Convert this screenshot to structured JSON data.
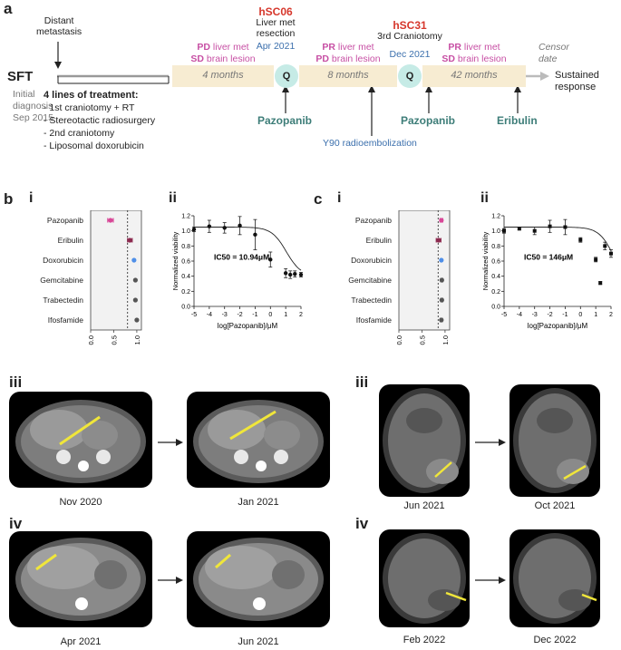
{
  "panel_a": {
    "letter": "a",
    "sft": "SFT",
    "initial_diagnosis": [
      "Initial",
      "diagnosis",
      "Sep 2015"
    ],
    "distant_metastasis": [
      "Distant",
      "metastasis"
    ],
    "treatment_header": "4 lines of treatment:",
    "treatments": [
      "- 1st craniotomy + RT",
      "- Stereotactic radiosurgery",
      "- 2nd craniotomy",
      "- Liposomal doxorubicin"
    ],
    "sample1": {
      "name": "hSC06",
      "desc": [
        "Liver met",
        "resection"
      ],
      "date": "Apr 2021"
    },
    "sample2": {
      "name": "hSC31",
      "desc": "3rd Craniotomy",
      "date": "Dec 2021"
    },
    "q_label": "Q",
    "phase1": {
      "line1_strong": "PD",
      "line1": " liver met",
      "line2_strong": "SD",
      "line2": " brain lesion",
      "duration": "4 months"
    },
    "phase2": {
      "line1_strong": "PR",
      "line1": " liver met",
      "line2_strong": "PD",
      "line2": " brain lesion",
      "duration": "8 months"
    },
    "phase3": {
      "line1_strong": "PR",
      "line1": " liver met",
      "line2_strong": "SD",
      "line2": " brain lesion",
      "duration": "42 months"
    },
    "censor_date": [
      "Censor",
      "date"
    ],
    "sustained_response": [
      "Sustained",
      "response"
    ],
    "drugs": [
      "Pazopanib",
      "Pazopanib",
      "Eribulin"
    ],
    "y90": "Y90 radioembolization"
  },
  "panel_b": {
    "letter": "b",
    "sub_i": "i",
    "sub_ii": "ii",
    "drugs": [
      "Pazopanib",
      "Eribulin",
      "Doxorubicin",
      "Gemcitabine",
      "Trabectedin",
      "Ifosfamide"
    ],
    "x_ticks": [
      "0.0",
      "0.5",
      "1.0"
    ],
    "ic50": "IC50 = 10.94μM",
    "ylabel": "Normalized viability",
    "xlabel": "log[Pazopanib]/μM",
    "y_ticks": [
      "1.2",
      "1.0",
      "0.8",
      "0.6",
      "0.4",
      "0.2",
      "0.0"
    ],
    "x_ticks_curve": [
      "-5",
      "-4",
      "-3",
      "-2",
      "-1",
      "0",
      "1",
      "2"
    ]
  },
  "panel_c": {
    "letter": "c",
    "sub_i": "i",
    "sub_ii": "ii",
    "drugs": [
      "Pazopanib",
      "Eribulin",
      "Doxorubicin",
      "Gemcitabine",
      "Trabectedin",
      "Ifosfamide"
    ],
    "x_ticks": [
      "0.0",
      "0.5",
      "1.0"
    ],
    "ic50": "IC50 = 146μM",
    "ylabel": "Normalized viability",
    "xlabel": "log[Pazopanib]/μM",
    "y_ticks": [
      "1.2",
      "1.0",
      "0.8",
      "0.6",
      "0.4",
      "0.2",
      "0.0"
    ],
    "x_ticks_curve": [
      "-5",
      "-4",
      "-3",
      "-2",
      "-1",
      "0",
      "1",
      "2"
    ]
  },
  "scans": {
    "b_iii": {
      "label": "iii",
      "before": "Nov 2020",
      "after": "Jan 2021"
    },
    "b_iv": {
      "label": "iv",
      "before": "Apr 2021",
      "after": "Jun 2021"
    },
    "c_iii": {
      "label": "iii",
      "before": "Jun 2021",
      "after": "Oct 2021"
    },
    "c_iv": {
      "label": "iv",
      "before": "Feb 2022",
      "after": "Dec 2022"
    }
  },
  "colors": {
    "pink": "#d84797",
    "maroon": "#8c2a4f",
    "blue": "#4f8fe8",
    "gray": "#555555",
    "band": "#f7ecd2",
    "q": "#c6ebe6",
    "drug": "#3d7d78",
    "sample": "#d6372c"
  },
  "chart_data": [
    {
      "type": "scatter",
      "panel": "b-i",
      "categories": [
        "Pazopanib",
        "Eribulin",
        "Doxorubicin",
        "Gemcitabine",
        "Trabectedin",
        "Ifosfamide"
      ],
      "values": [
        0.43,
        0.85,
        0.94,
        0.97,
        0.97,
        1.0
      ],
      "errors": [
        0.06,
        0.05,
        0,
        0,
        0,
        0
      ],
      "point_colors": [
        "#d84797",
        "#8c2a4f",
        "#4f8fe8",
        "#555555",
        "#555555",
        "#555555"
      ],
      "reference_line": 0.8,
      "xlim": [
        0,
        1.1
      ]
    },
    {
      "type": "line",
      "panel": "b-ii",
      "x": [
        -5,
        -4,
        -3,
        -2,
        -1,
        0,
        1,
        1.3,
        1.6,
        2
      ],
      "y": [
        1.02,
        1.06,
        1.04,
        1.07,
        0.95,
        0.62,
        0.44,
        0.42,
        0.43,
        0.42
      ],
      "errors": [
        0.03,
        0.08,
        0.07,
        0.12,
        0.2,
        0.1,
        0.06,
        0.05,
        0.04,
        0.03
      ],
      "ic50_log": 1.04,
      "xlim": [
        -5,
        2
      ],
      "ylim": [
        0,
        1.2
      ]
    },
    {
      "type": "scatter",
      "panel": "c-i",
      "categories": [
        "Pazopanib",
        "Eribulin",
        "Doxorubicin",
        "Gemcitabine",
        "Trabectedin",
        "Ifosfamide"
      ],
      "values": [
        0.92,
        0.86,
        0.92,
        0.93,
        0.93,
        0.92
      ],
      "errors": [
        0.03,
        0.05,
        0,
        0.02,
        0.02,
        0.02
      ],
      "point_colors": [
        "#d84797",
        "#8c2a4f",
        "#4f8fe8",
        "#555555",
        "#555555",
        "#555555"
      ],
      "reference_line": 0.85,
      "xlim": [
        0,
        1.1
      ]
    },
    {
      "type": "line",
      "panel": "c-ii",
      "x": [
        -5,
        -4,
        -3,
        -2,
        -1,
        0,
        1,
        1.3,
        1.6,
        2
      ],
      "y": [
        1.0,
        1.03,
        1.0,
        1.06,
        1.05,
        0.88,
        0.62,
        0.31,
        0.8,
        0.7
      ],
      "errors": [
        0.03,
        0.02,
        0.05,
        0.08,
        0.1,
        0.03,
        0.03,
        0.02,
        0.05,
        0.05
      ],
      "ic50_log": 2.16,
      "xlim": [
        -5,
        2
      ],
      "ylim": [
        0,
        1.2
      ]
    }
  ]
}
